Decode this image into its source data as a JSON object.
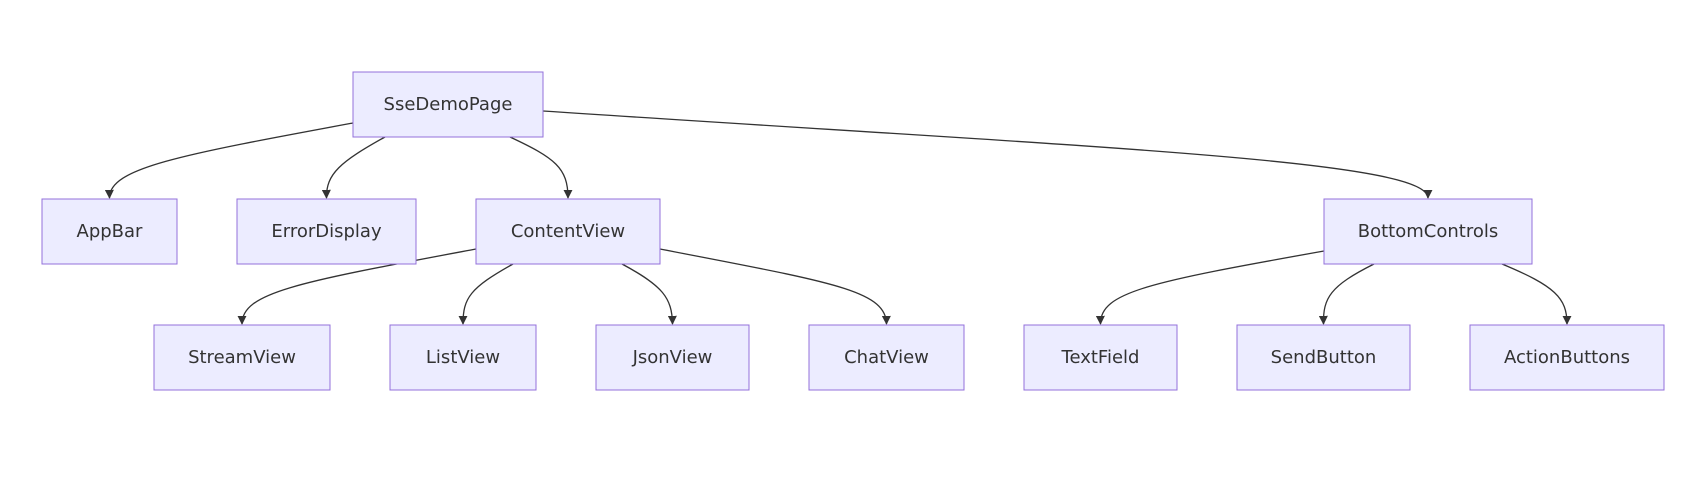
{
  "diagram": {
    "type": "tree",
    "nodes": [
      {
        "id": "SseDemoPage",
        "label": "SseDemoPage"
      },
      {
        "id": "AppBar",
        "label": "AppBar"
      },
      {
        "id": "ErrorDisplay",
        "label": "ErrorDisplay"
      },
      {
        "id": "ContentView",
        "label": "ContentView"
      },
      {
        "id": "BottomControls",
        "label": "BottomControls"
      },
      {
        "id": "StreamView",
        "label": "StreamView"
      },
      {
        "id": "ListView",
        "label": "ListView"
      },
      {
        "id": "JsonView",
        "label": "JsonView"
      },
      {
        "id": "ChatView",
        "label": "ChatView"
      },
      {
        "id": "TextField",
        "label": "TextField"
      },
      {
        "id": "SendButton",
        "label": "SendButton"
      },
      {
        "id": "ActionButtons",
        "label": "ActionButtons"
      }
    ],
    "edges": [
      {
        "from": "SseDemoPage",
        "to": "AppBar"
      },
      {
        "from": "SseDemoPage",
        "to": "ErrorDisplay"
      },
      {
        "from": "SseDemoPage",
        "to": "ContentView"
      },
      {
        "from": "SseDemoPage",
        "to": "BottomControls"
      },
      {
        "from": "ContentView",
        "to": "StreamView"
      },
      {
        "from": "ContentView",
        "to": "ListView"
      },
      {
        "from": "ContentView",
        "to": "JsonView"
      },
      {
        "from": "ContentView",
        "to": "ChatView"
      },
      {
        "from": "BottomControls",
        "to": "TextField"
      },
      {
        "from": "BottomControls",
        "to": "SendButton"
      },
      {
        "from": "BottomControls",
        "to": "ActionButtons"
      }
    ],
    "colors": {
      "node_fill": "#ECECFF",
      "node_border": "#9370DB",
      "edge": "#333333",
      "text": "#333333"
    }
  }
}
